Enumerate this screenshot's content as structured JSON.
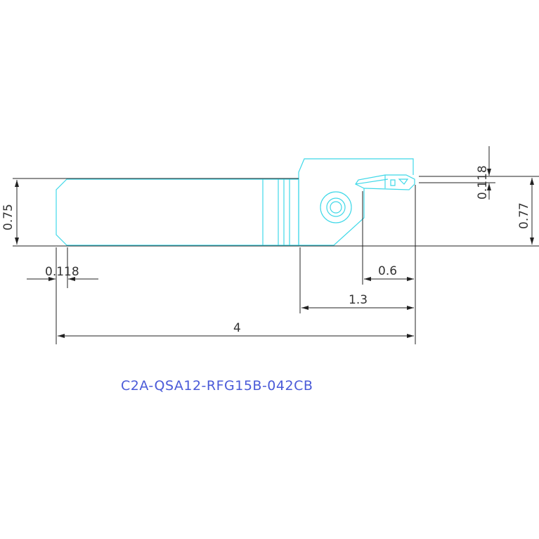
{
  "drawing": {
    "part_number": "C2A-QSA12-RFG15B-042CB",
    "dimensions": {
      "shank_height": "0.75",
      "overall_height": "0.77",
      "chamfer_width": "0.118",
      "insert_width": "0.118",
      "head_offset": "0.6",
      "head_length": "1.3",
      "overall_length": "4"
    },
    "colors": {
      "outline": "#3fd8e8",
      "dimension": "#222222",
      "label": "#4a5ad8"
    }
  }
}
